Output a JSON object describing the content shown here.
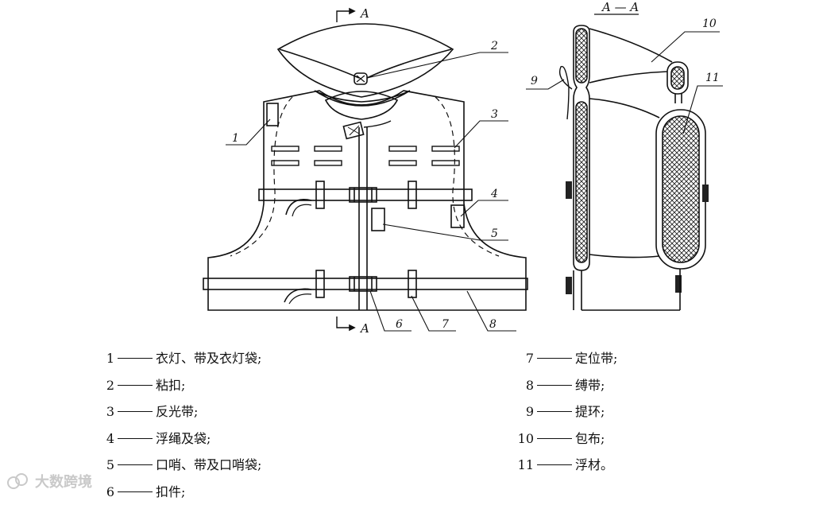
{
  "section_marks": {
    "top": "A",
    "bottom": "A",
    "section_title": "A — A"
  },
  "callout_numbers": [
    "1",
    "2",
    "3",
    "4",
    "5",
    "6",
    "7",
    "8",
    "9",
    "10",
    "11"
  ],
  "legend_left": [
    {
      "num": "1",
      "text": "衣灯、带及衣灯袋;"
    },
    {
      "num": "2",
      "text": "粘扣;"
    },
    {
      "num": "3",
      "text": "反光带;"
    },
    {
      "num": "4",
      "text": "浮绳及袋;"
    },
    {
      "num": "5",
      "text": "口哨、带及口哨袋;"
    },
    {
      "num": "6",
      "text": "扣件;"
    }
  ],
  "legend_right": [
    {
      "num": "7",
      "text": "定位带;"
    },
    {
      "num": "8",
      "text": "缚带;"
    },
    {
      "num": "9",
      "text": "提环;"
    },
    {
      "num": "10",
      "text": "包布;"
    },
    {
      "num": "11",
      "text": "浮材。"
    }
  ],
  "watermark": {
    "text": "大数跨境",
    "icon": "cloud-logo-icon"
  }
}
